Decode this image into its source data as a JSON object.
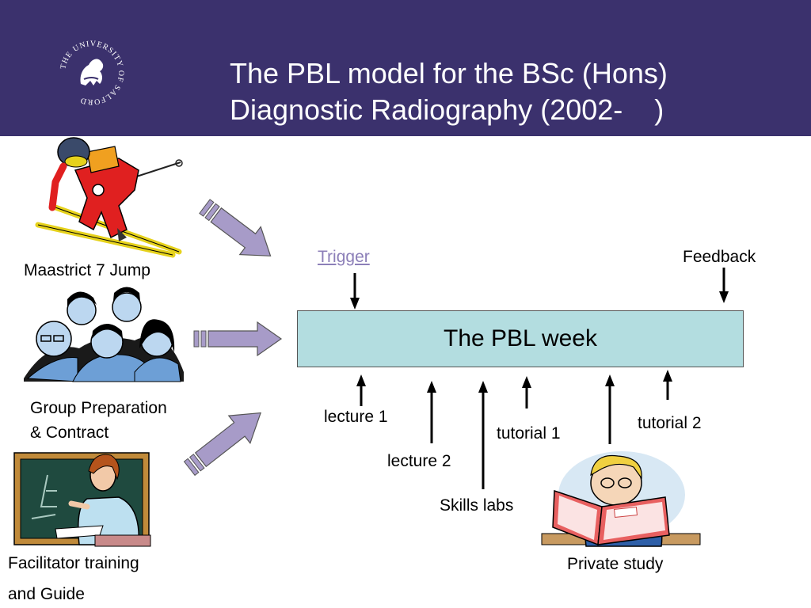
{
  "header": {
    "title_line1": "The PBL model for the BSc (Hons)",
    "title_line2": "Diagnostic Radiography (2002-    )",
    "logo_text": "THE UNIVERSITY OF SALFORD"
  },
  "left_items": {
    "jump": "Maastrict 7 Jump",
    "group_line1": "Group Preparation",
    "group_line2": "& Contract",
    "facilitator_line1": "Facilitator training",
    "facilitator_line2": "and Guide"
  },
  "diagram": {
    "box_label": "The PBL week",
    "trigger": "Trigger",
    "feedback": "Feedback",
    "inputs": {
      "lecture1": "lecture 1",
      "lecture2": "lecture 2",
      "skills": "Skills labs",
      "tutorial1": "tutorial 1",
      "tutorial2": "tutorial 2",
      "private": "Private study"
    }
  },
  "colors": {
    "header_bg": "#3b316d",
    "box_fill": "#b3dde0",
    "arrow_fill": "#a79bc8",
    "trigger_link": "#8c7fb8"
  }
}
